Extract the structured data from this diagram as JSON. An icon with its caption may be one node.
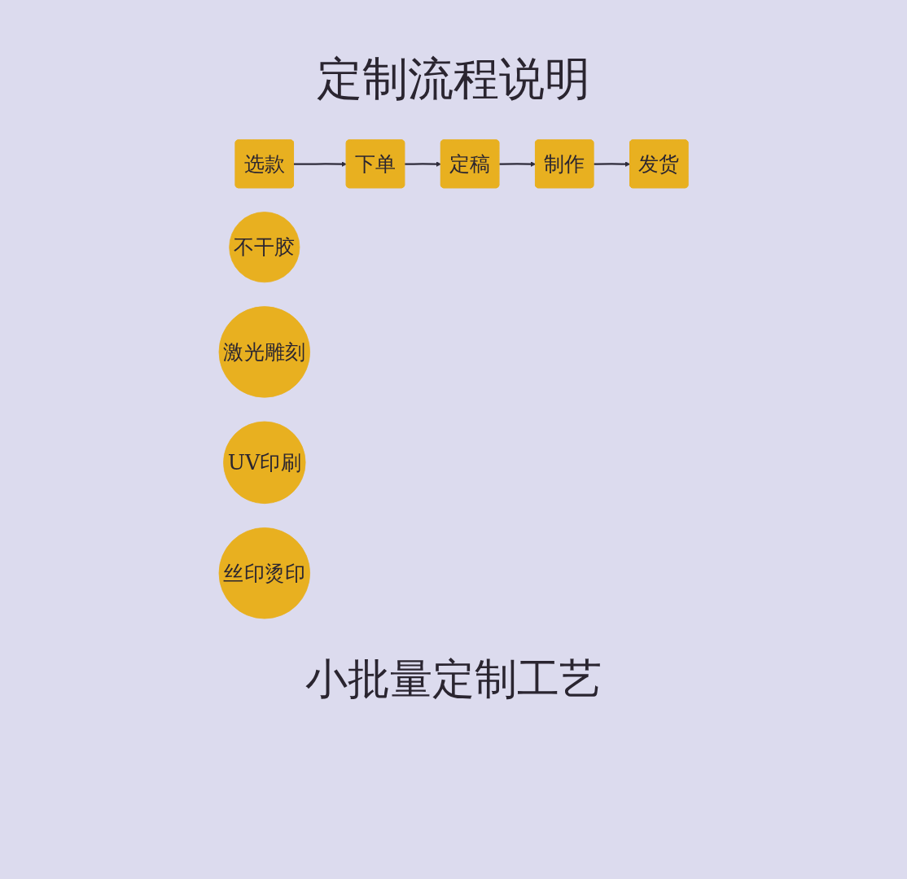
{
  "diagram": {
    "title": "定制流程说明",
    "nodes": [
      {
        "text": [
          "选款"
        ]
      },
      {
        "text": [
          "下单"
        ]
      },
      {
        "text": [
          "定稿"
        ]
      },
      {
        "text": [
          "制作"
        ]
      },
      {
        "text": [
          "发货"
        ]
      },
      {
        "text": [
          "不干胶"
        ]
      },
      {
        "text": [
          "激光雕刻"
        ]
      },
      {
        "text": [
          "UV印刷"
        ]
      },
      {
        "text": [
          "丝印烫印"
        ]
      }
    ],
    "edges": [
      {
        "from": 0,
        "to": 1,
        "arrow": "to"
      },
      {
        "from": 1,
        "to": 2,
        "arrow": "to"
      },
      {
        "from": 2,
        "to": 3,
        "arrow": "to"
      },
      {
        "from": 3,
        "to": 4,
        "arrow": "to"
      }
    ],
    "labels": [
      "小批量定制工艺"
    ]
  }
}
